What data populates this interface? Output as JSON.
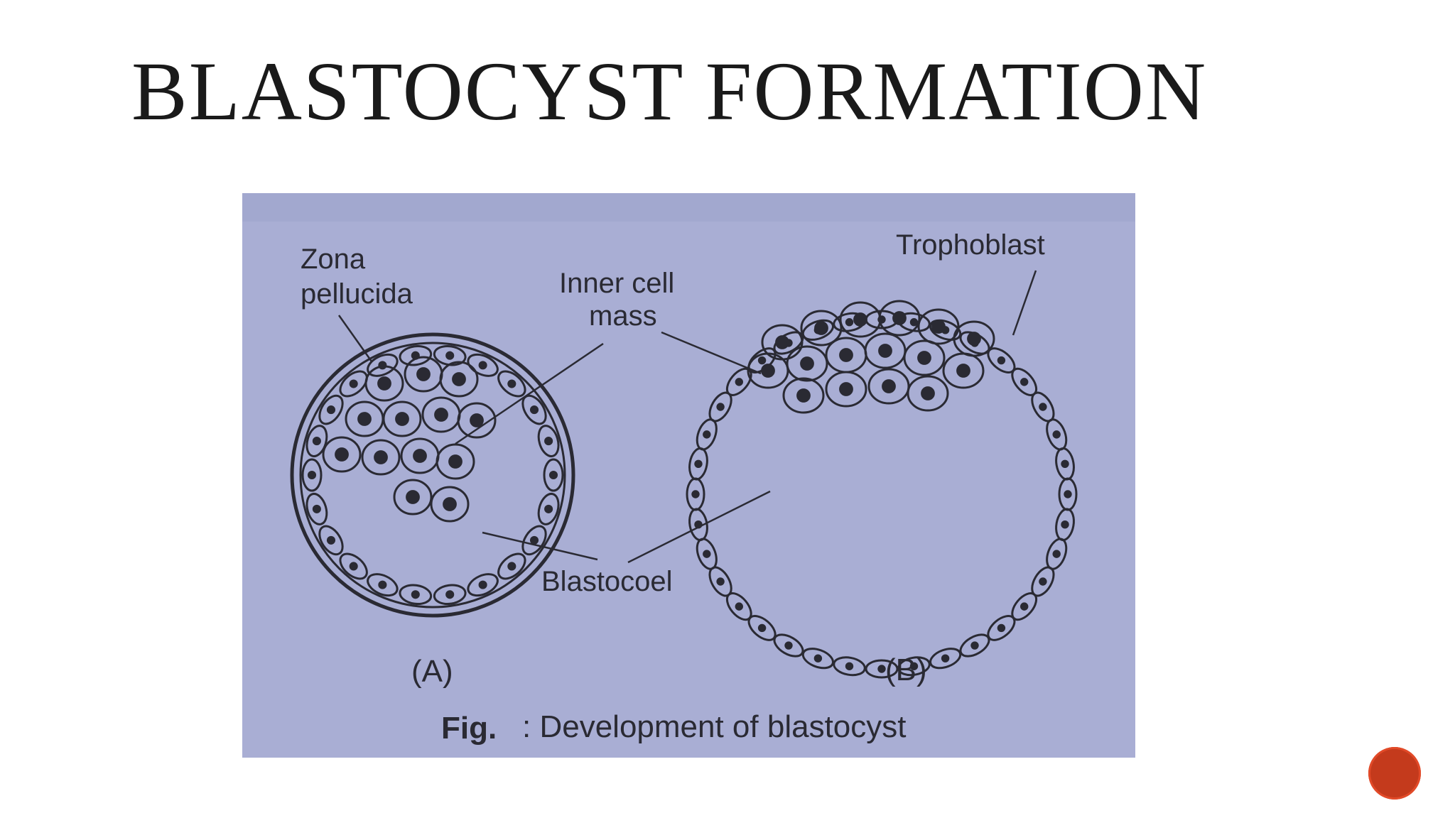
{
  "slide": {
    "title": "BLASTOCYST FORMATION"
  },
  "figure": {
    "top_text_faded": "...",
    "labels": {
      "zona_line1": "Zona",
      "zona_line2": "pellucida",
      "inner_line1": "Inner cell",
      "inner_line2": "mass",
      "trophoblast": "Trophoblast",
      "blastocoel": "Blastocoel",
      "panel_a": "(A)",
      "panel_b": "(B)",
      "caption_prefix": "Fig.",
      "caption_text": ": Development of blastocyst"
    },
    "colors": {
      "paper": "#a9aed4",
      "ink": "#2a2a33"
    }
  },
  "nav": {
    "button_color": "#c43a1c",
    "icon": "circle-button"
  }
}
